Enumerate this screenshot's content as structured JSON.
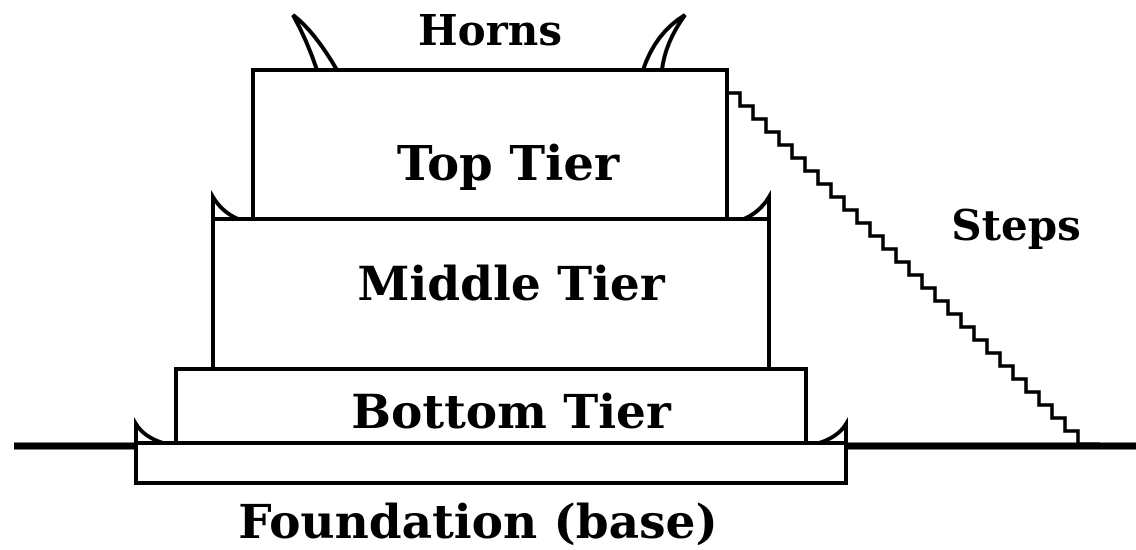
{
  "labels": {
    "horns": "Horns",
    "top_tier": "Top Tier",
    "middle_tier": "Middle Tier",
    "bottom_tier": "Bottom Tier",
    "steps": "Steps",
    "foundation": "Foundation (base)"
  }
}
